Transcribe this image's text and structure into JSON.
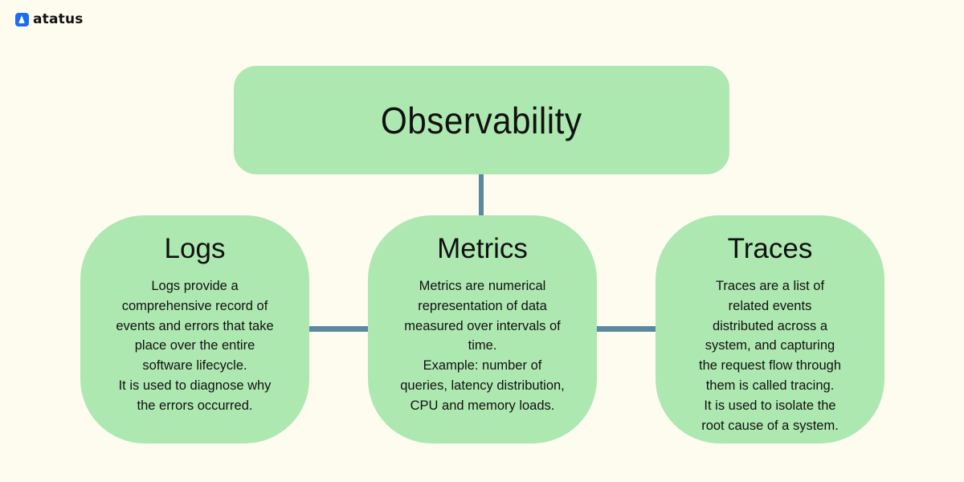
{
  "brand": {
    "name": "atatus",
    "logo_icon": "atatus-logo-icon",
    "logo_color": "#1a6cf2"
  },
  "colors": {
    "background": "#fefcef",
    "box_fill": "#aee8b1",
    "connector": "#5a8a9e",
    "text": "#111111"
  },
  "root": {
    "title": "Observability"
  },
  "nodes": [
    {
      "title": "Logs",
      "body": "Logs provide a\ncomprehensive record of\nevents and errors that take\nplace over the entire\nsoftware lifecycle.\nIt is used to diagnose why\nthe errors occurred."
    },
    {
      "title": "Metrics",
      "body": "Metrics are numerical\nrepresentation of data\nmeasured over intervals of\ntime.\nExample:  number of\nqueries, latency distribution,\nCPU and memory loads."
    },
    {
      "title": "Traces",
      "body": "Traces are a list of\nrelated events\ndistributed across a\nsystem, and capturing\nthe request flow through\nthem  is called tracing.\nIt is used to isolate the\nroot cause of  a system."
    }
  ]
}
